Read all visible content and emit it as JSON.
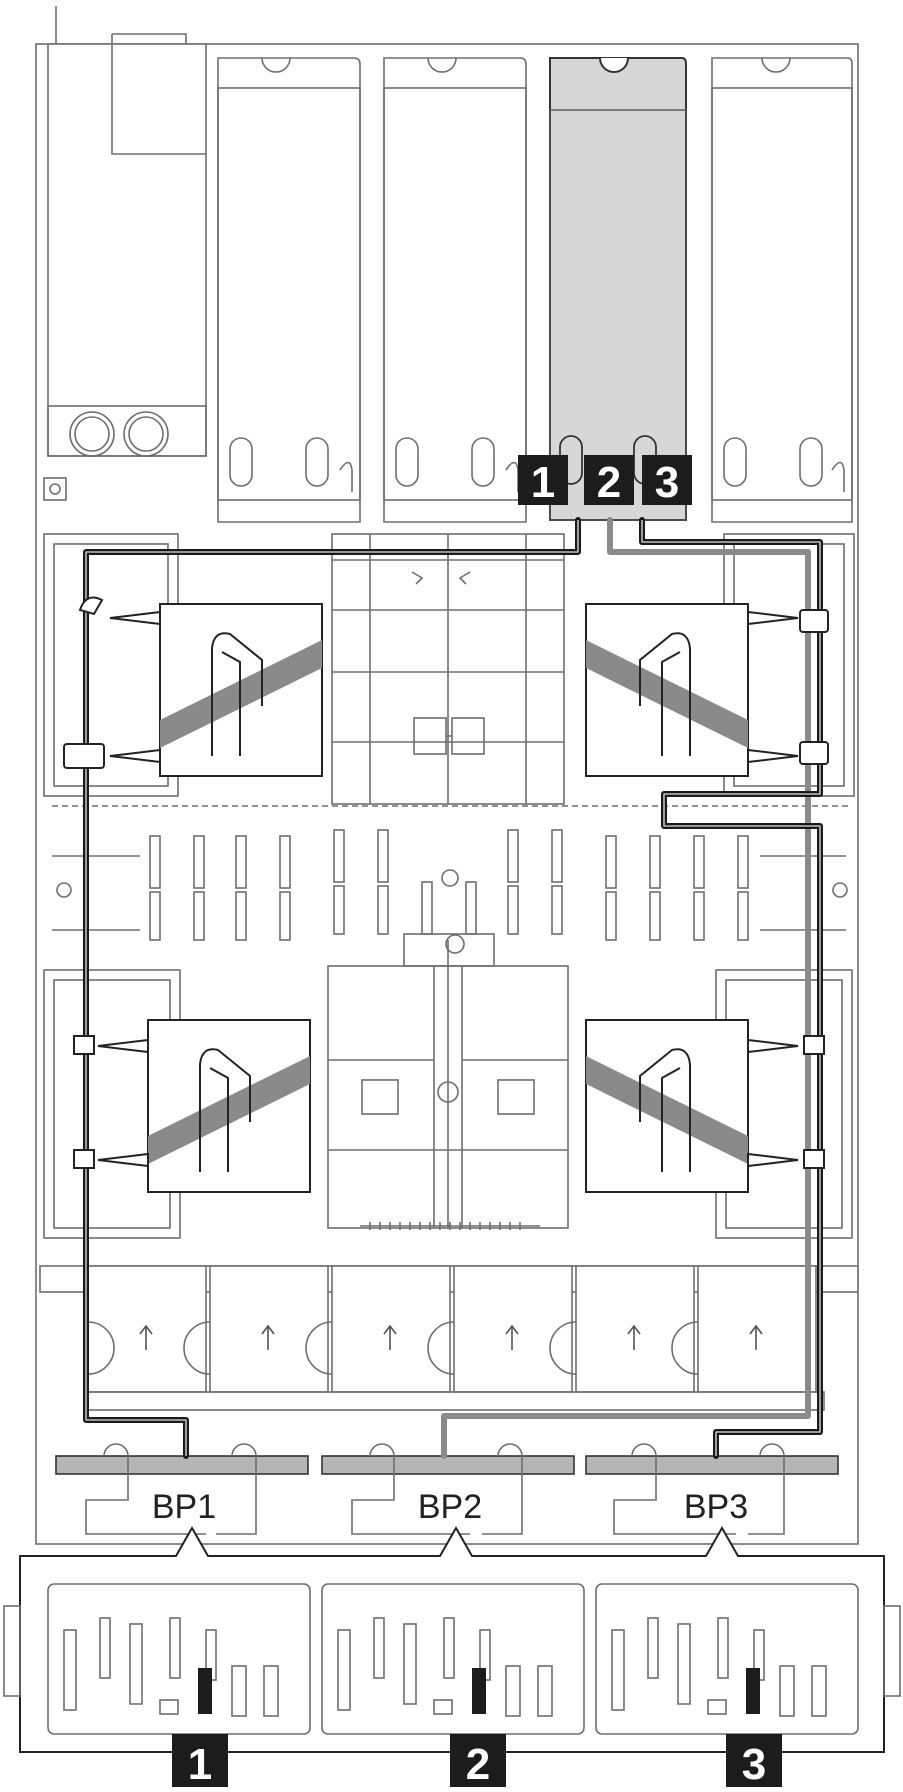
{
  "diagram": {
    "riser_card_connectors": [
      "1",
      "2",
      "3"
    ],
    "backplane_labels": [
      "BP1",
      "BP2",
      "BP3"
    ],
    "callouts": [
      "1",
      "2",
      "3"
    ],
    "colors": {
      "cable": "#1a1a1a",
      "highlight_riser": "#d7d7d7",
      "backplane_bar": "#b5b5b5",
      "callout_background": "#1c1c1c"
    }
  }
}
